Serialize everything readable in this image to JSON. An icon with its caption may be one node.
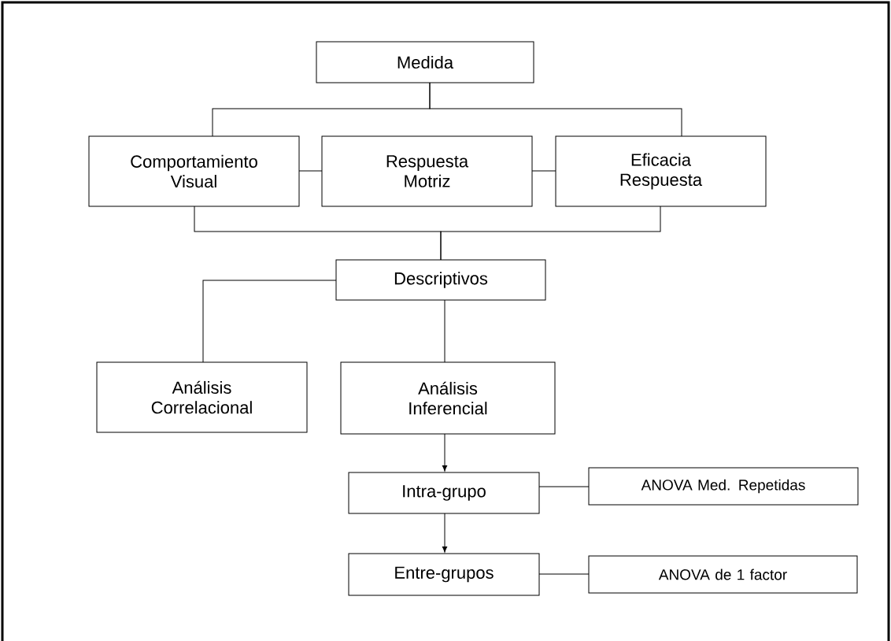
{
  "diagram": {
    "nodes": [
      {
        "text": [
          "Medida"
        ]
      },
      {
        "text": [
          "Comportamiento Visual"
        ]
      },
      {
        "text": [
          "Respuesta Motriz"
        ]
      },
      {
        "text": [
          "Eficacia Respuesta"
        ]
      },
      {
        "text": [
          "Descriptivos"
        ]
      },
      {
        "text": [
          "Análisis Correlacional"
        ]
      },
      {
        "text": [
          "Análisis Inferencial"
        ]
      },
      {
        "text": [
          "Intra-grupo"
        ]
      },
      {
        "text": [
          "ANOVA Med. Repetidas"
        ]
      },
      {
        "text": [
          "Entre-grupos"
        ]
      },
      {
        "text": [
          "ANOVA de 1 factor"
        ]
      }
    ],
    "edges": [
      {
        "from": 0,
        "to": 1,
        "arrow": "none"
      },
      {
        "from": 0,
        "to": 3,
        "arrow": "none"
      },
      {
        "from": 1,
        "to": 2,
        "arrow": "none"
      },
      {
        "from": 2,
        "to": 3,
        "arrow": "none"
      },
      {
        "from": 1,
        "to": 4,
        "arrow": "none"
      },
      {
        "from": 3,
        "to": 4,
        "arrow": "none"
      },
      {
        "from": 4,
        "to": 5,
        "arrow": "none"
      },
      {
        "from": 4,
        "to": 6,
        "arrow": "none"
      },
      {
        "from": 6,
        "to": 7,
        "arrow": "to"
      },
      {
        "from": 7,
        "to": 9,
        "arrow": "to"
      },
      {
        "from": 7,
        "to": 8,
        "arrow": "none"
      },
      {
        "from": 9,
        "to": 10,
        "arrow": "none"
      }
    ]
  }
}
